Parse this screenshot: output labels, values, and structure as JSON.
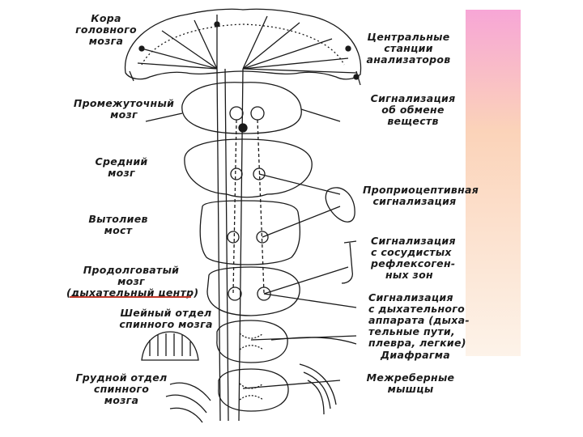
{
  "colors": {
    "ink": "#1a1a1a",
    "accent_top": "#f7a6d6",
    "accent_bottom": "#fdf3e9",
    "accent_mid": "#fbd3b9",
    "underline": "#c0392b"
  },
  "labels_left": {
    "cortex": [
      "Кора",
      "головного",
      "мозга"
    ],
    "diencephalon": [
      "Промежуточный",
      "мозг"
    ],
    "midbrain": [
      "Средний",
      "мозг"
    ],
    "pons": [
      "Вытолиев",
      "мост"
    ],
    "medulla": [
      "Продолговатый",
      "мозг",
      "(дыхательный центр)"
    ],
    "cervical": [
      "Шейный отдел",
      "спинного мозга"
    ],
    "thoracic": [
      "Грудной отдел",
      "спинного",
      "мозга"
    ]
  },
  "labels_right": {
    "central_stations": [
      "Центральные",
      "станции",
      "анализаторов"
    ],
    "metabolism": [
      "Сигнализация",
      "об обмене",
      "веществ"
    ],
    "proprioceptive": [
      "Проприоцептивная",
      "сигнализация"
    ],
    "vascular": [
      "Сигнализация",
      "с сосудистых",
      "рефлексоген-",
      "ных зон"
    ],
    "respiratory": [
      "Сигнализация",
      "с дыхательного",
      "аппарата (дыха-",
      "тельные пути,",
      "плевра, легкие)"
    ],
    "diaphragm": [
      "Диафрагма"
    ],
    "intercostal": [
      "Межреберные",
      "мышцы"
    ]
  }
}
